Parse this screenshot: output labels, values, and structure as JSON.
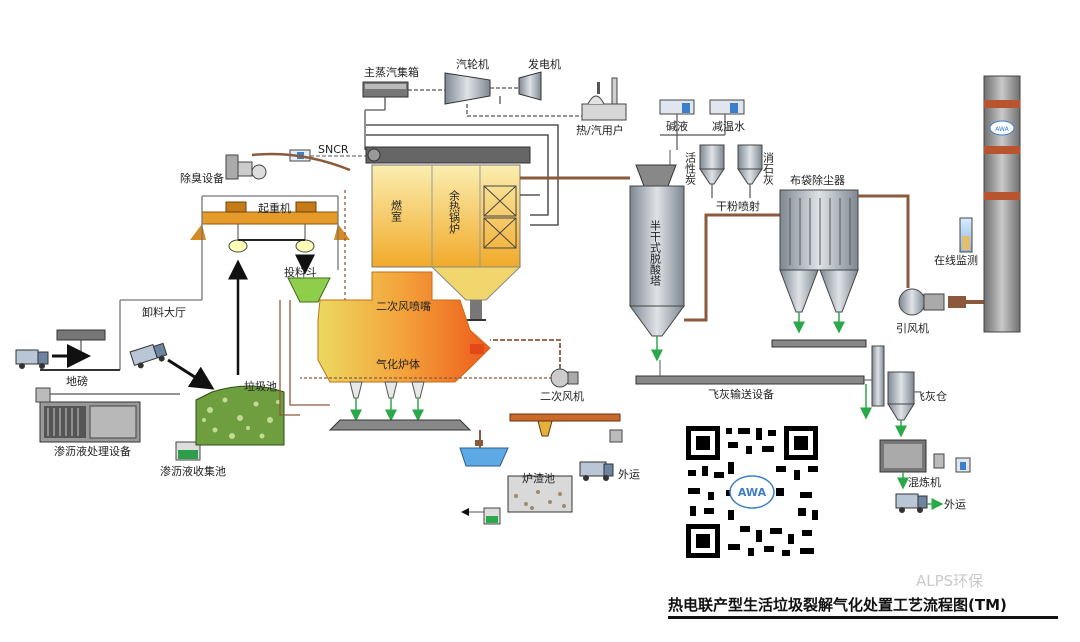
{
  "diagram": {
    "title": "热电联产型生活垃圾裂解气化处置工艺流程图(TM)",
    "watermark": "ALPS环保",
    "logo_text": "AWA",
    "labels": {
      "main_steam_header": "主蒸汽集箱",
      "steam_turbine": "汽轮机",
      "generator": "发电机",
      "heat_user": "热/汽用户",
      "alkali": "碱液",
      "cooling_water": "减温水",
      "snc": "SNCR",
      "deodorizer": "除臭设备",
      "crane": "起重机",
      "feed_hopper": "投料斗",
      "unloading_hall": "卸料大厅",
      "weighbridge": "地磅",
      "leachate_treatment": "渗沥液处理设备",
      "leachate_pit": "渗沥液收集池",
      "waste_pit": "垃圾池",
      "combustion_chamber": "燃室",
      "waste_heat_boiler": "余热锅炉",
      "secondary_air_nozzle": "二次风喷嘴",
      "gasifier": "气化炉体",
      "secondary_fan": "二次风机",
      "slag_pool": "炉渣池",
      "transport_out_1": "外运",
      "dry_deacid_tower": "半干式脱酸塔",
      "activated_carbon": "活性炭",
      "slaked_lime": "消石灰",
      "dry_powder": "干粉喷射",
      "baghouse": "布袋除尘器",
      "induced_fan": "引风机",
      "online_monitor": "在线监测",
      "fly_ash_conveyor": "飞灰输送设备",
      "fly_ash_silo": "飞灰仓",
      "mixer": "混炼机",
      "transport_out_2": "外运"
    },
    "colors": {
      "flue": "#8b5a3c",
      "pipe": "#555555",
      "boiler_top": "#f6e38a",
      "boiler_mid": "#f3b431",
      "furnace_hot": "#f06a20",
      "furnace_cool": "#e8d35a",
      "waste": "#6f9e3f",
      "steel": "#9aa3ad",
      "crane": "#e59a2a",
      "stack": "#8c8c8c",
      "stack_band": "#b8542e"
    }
  }
}
